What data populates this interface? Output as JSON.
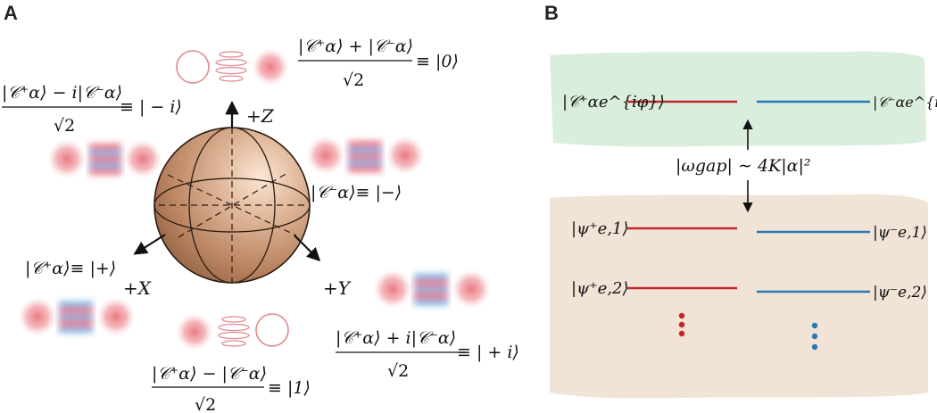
{
  "panels": {
    "a": "A",
    "b": "B"
  },
  "axes": {
    "z": "+Z",
    "x": "+X",
    "y": "+Y"
  },
  "states_a": {
    "zero": {
      "num": "|𝒞⁺α⟩ + |𝒞⁻α⟩",
      "den": "√2",
      "eq": "≡ |0⟩"
    },
    "minus_i": {
      "num": "|𝒞⁺α⟩ − i|𝒞⁻α⟩",
      "den": "√2",
      "eq": "≡ | − i⟩"
    },
    "minus": {
      "label": "|𝒞⁻α⟩≡ |−⟩"
    },
    "plus": {
      "label": "|𝒞⁺α⟩≡ |+⟩"
    },
    "plus_i": {
      "num": "|𝒞⁺α⟩ + i|𝒞⁻α⟩",
      "den": "√2",
      "eq": "≡ | + i⟩"
    },
    "one": {
      "num": "|𝒞⁺α⟩ − |𝒞⁻α⟩",
      "den": "√2",
      "eq": "≡ |1⟩"
    }
  },
  "levels_b": {
    "top_left": "|𝒞⁺αe^{iφ}⟩",
    "top_right": "|𝒞⁻αe^{iφ}⟩",
    "gap": "|ωgap| ∼ 4K|α|²",
    "e1_left": "|ψ⁺e,1⟩",
    "e1_right": "|ψ⁻e,1⟩",
    "e2_left": "|ψ⁺e,2⟩",
    "e2_right": "|ψ⁻e,2⟩"
  },
  "colors": {
    "green_band": "#d9eedd",
    "beige_band": "#f1e3d6",
    "red_level": "#c0262d",
    "blue_level": "#2a78b8",
    "sphere": "#c99a7a",
    "blob": "#e9727a"
  }
}
